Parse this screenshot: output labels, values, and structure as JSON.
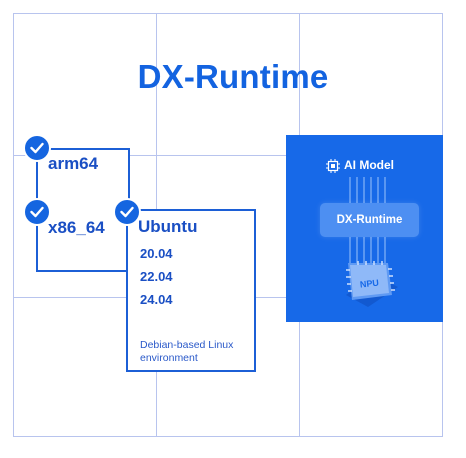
{
  "title": "DX-Runtime",
  "architectures": [
    {
      "label": "arm64"
    },
    {
      "label": "x86_64"
    }
  ],
  "os": {
    "name": "Ubuntu",
    "versions": [
      "20.04",
      "22.04",
      "24.04"
    ],
    "description": "Debian-based Linux environment"
  },
  "accelerator_panel": {
    "model_label": "AI Model",
    "runtime_label": "DX-Runtime",
    "chip_label": "NPU"
  },
  "colors": {
    "accent": "#1363e0",
    "panel": "#1769e8",
    "grid": "#b8c4ee"
  },
  "icons": [
    "check-icon",
    "ai-model-icon",
    "npu-chip-icon"
  ]
}
